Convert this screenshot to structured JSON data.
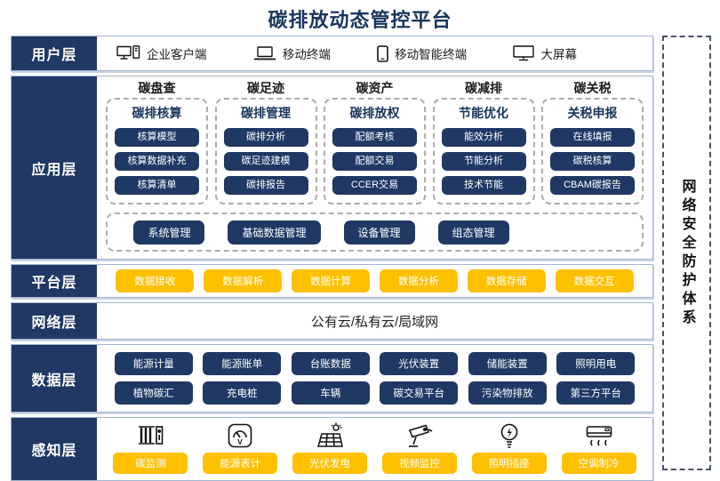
{
  "title": "碳排放动态管控平台",
  "colors": {
    "navy": "#1F3864",
    "yellow": "#FFC000",
    "layer_border": "#A3B5CE",
    "dashed_gray": "#ACACAC",
    "dashed_blue": "#44546A"
  },
  "security_sidebar": {
    "label": "网络安全防护体系"
  },
  "layers": {
    "user": {
      "label": "用户层",
      "items": [
        {
          "icon": "desktop-pc-icon",
          "label": "企业客户端"
        },
        {
          "icon": "laptop-icon",
          "label": "移动终端"
        },
        {
          "icon": "smartphone-icon",
          "label": "移动智能终端"
        },
        {
          "icon": "big-screen-icon",
          "label": "大屏幕"
        }
      ]
    },
    "application": {
      "label": "应用层",
      "columns": [
        {
          "header": "碳盘查",
          "subheader": "碳排核算",
          "buttons": [
            "核算模型",
            "核算数据补充",
            "核算清单"
          ]
        },
        {
          "header": "碳足迹",
          "subheader": "碳排管理",
          "buttons": [
            "碳排分析",
            "碳足迹建模",
            "碳排报告"
          ]
        },
        {
          "header": "碳资产",
          "subheader": "碳排放权",
          "buttons": [
            "配额考核",
            "配额交易",
            "CCER交易"
          ]
        },
        {
          "header": "碳减排",
          "subheader": "节能优化",
          "buttons": [
            "能效分析",
            "节能分析",
            "技术节能"
          ]
        },
        {
          "header": "碳关税",
          "subheader": "关税申报",
          "buttons": [
            "在线填报",
            "碳税核算",
            "CBAM碳报告"
          ]
        }
      ],
      "common_buttons": [
        "系统管理",
        "基础数据管理",
        "设备管理",
        "组态管理"
      ]
    },
    "platform": {
      "label": "平台层",
      "buttons": [
        "数据接收",
        "数据解析",
        "数据计算",
        "数据分析",
        "数据存储",
        "数据交互"
      ]
    },
    "network": {
      "label": "网络层",
      "content": "公有云/私有云/局域网"
    },
    "data": {
      "label": "数据层",
      "rows": [
        [
          "能源计量",
          "能源账单",
          "台账数据",
          "光伏装置",
          "储能装置",
          "照明用电"
        ],
        [
          "植物碳汇",
          "充电桩",
          "车辆",
          "碳交易平台",
          "污染物排放",
          "第三方平台"
        ]
      ]
    },
    "perception": {
      "label": "感知层",
      "items": [
        {
          "icon": "carbon-monitor-icon",
          "label": "碳监测"
        },
        {
          "icon": "energy-meter-icon",
          "label": "能源表计"
        },
        {
          "icon": "solar-power-icon",
          "label": "光伏发电"
        },
        {
          "icon": "cctv-camera-icon",
          "label": "视频监控"
        },
        {
          "icon": "light-bulb-icon",
          "label": "照明插座"
        },
        {
          "icon": "air-conditioner-icon",
          "label": "空调制冷"
        }
      ]
    }
  }
}
